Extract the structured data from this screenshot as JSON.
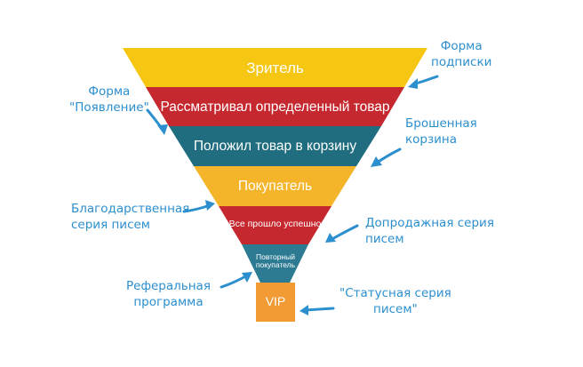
{
  "funnel": {
    "stages": [
      {
        "label": "Зритель",
        "color": "#f5c612"
      },
      {
        "label": "Рассматривал определенный товар",
        "color": "#c6282f"
      },
      {
        "label": "Положил товар в корзину",
        "color": "#1f6d7f"
      },
      {
        "label": "Покупатель",
        "color": "#f5b52b"
      },
      {
        "label": "Все прошло успешно",
        "color": "#c6282f"
      },
      {
        "label": "Повторный покупатель",
        "color": "#2c7b93"
      },
      {
        "label": "VIP",
        "color": "#f29a34"
      }
    ]
  },
  "annotations": {
    "form_subscription": {
      "line1": "Форма",
      "line2": "подписки"
    },
    "form_popup": {
      "line1": "Форма",
      "line2": "\"Появление\""
    },
    "abandoned_cart": {
      "line1": "Брошенная",
      "line2": "корзина"
    },
    "thank_you_series": {
      "line1": "Благодарственная",
      "line2": "серия писем"
    },
    "pre_sale_series": {
      "line1": "Допродажная серия",
      "line2": "писем"
    },
    "referral": {
      "line1": "Реферальная",
      "line2": "программа"
    },
    "status_series": {
      "line1": "\"Статусная серия",
      "line2": "писем\""
    }
  },
  "colors": {
    "annotation": "#2c8fce",
    "background": "#ffffff"
  }
}
